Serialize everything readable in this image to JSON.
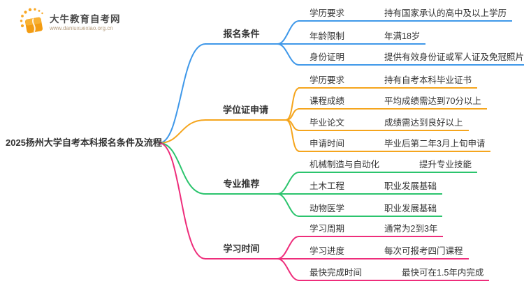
{
  "logo": {
    "title": "大牛教育自考网",
    "url": "www.daniuxuexiao.org.cn"
  },
  "center": {
    "title": "2025扬州大学自考本科报名条件及流程"
  },
  "branches": [
    {
      "label": "报名条件",
      "color": "#3F98E9",
      "items": [
        {
          "key": "学历要求",
          "value": "持有国家承认的高中及以上学历"
        },
        {
          "key": "年龄限制",
          "value": "年满18岁"
        },
        {
          "key": "身份证明",
          "value": "提供有效身份证或军人证及免冠照片"
        }
      ]
    },
    {
      "label": "学位证申请",
      "color": "#F5A51D",
      "items": [
        {
          "key": "学历要求",
          "value": "持有自考本科毕业证书"
        },
        {
          "key": "课程成绩",
          "value": "平均成绩需达到70分以上"
        },
        {
          "key": "毕业论文",
          "value": "成绩需达到良好以上"
        },
        {
          "key": "申请时间",
          "value": "毕业后第二年3月上旬申请"
        }
      ]
    },
    {
      "label": "专业推荐",
      "color": "#2BC46D",
      "items": [
        {
          "key": "机械制造与自动化",
          "value": "提升专业技能"
        },
        {
          "key": "土木工程",
          "value": "职业发展基础"
        },
        {
          "key": "动物医学",
          "value": "职业发展基础"
        }
      ]
    },
    {
      "label": "学习时间",
      "color": "#EE2D7B",
      "items": [
        {
          "key": "学习周期",
          "value": "通常为2到3年"
        },
        {
          "key": "学习进度",
          "value": "每次可报考四门课程"
        },
        {
          "key": "最快完成时间",
          "value": "最快可在1.5年内完成"
        }
      ]
    }
  ],
  "colors": {
    "blue": "#3F98E9",
    "orange": "#F5A51D",
    "green": "#2BC46D",
    "pink": "#EE2D7B",
    "text": "#333333",
    "logo-orange": "#F39C12"
  }
}
